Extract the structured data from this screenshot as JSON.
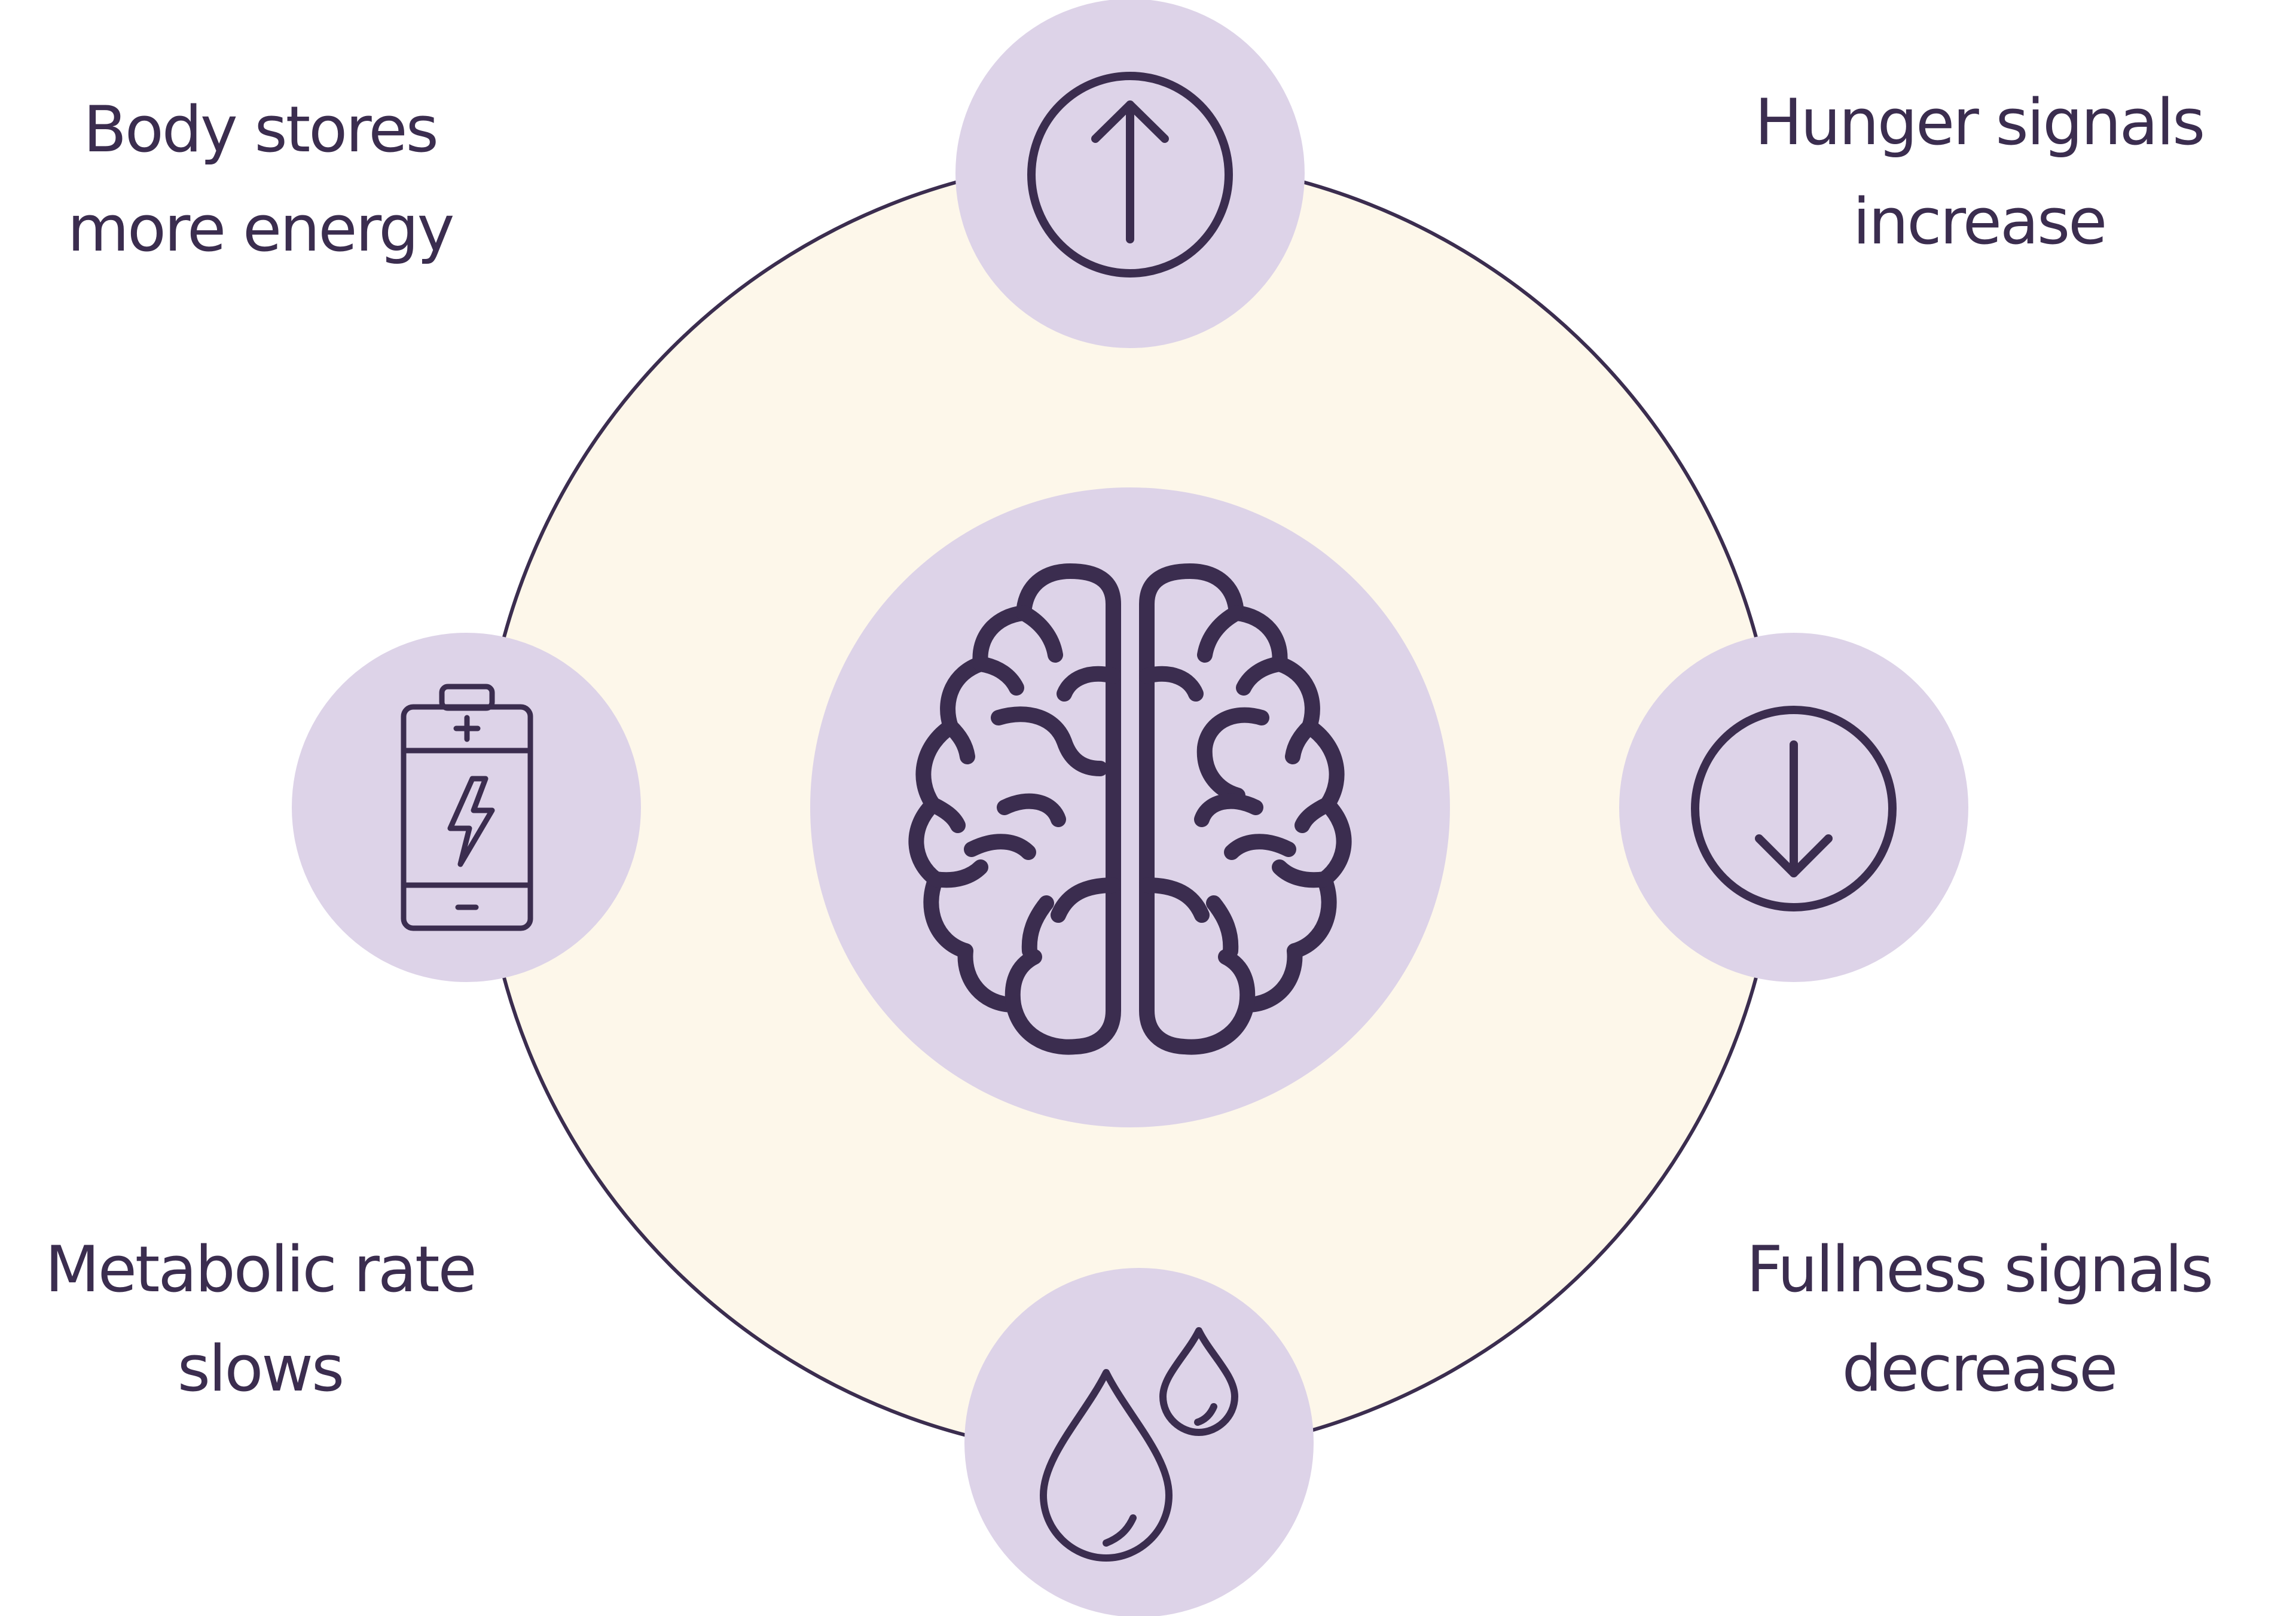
{
  "colors": {
    "ink": "#3b2d4f",
    "ring_fill": "#fdf7ea",
    "node_fill": "#ddd3e8",
    "background": "#ffffff"
  },
  "labels": {
    "top_left": {
      "line1": "Body stores",
      "line2": "more energy"
    },
    "top_right": {
      "line1": "Hunger signals",
      "line2": "increase"
    },
    "bottom_left": {
      "line1": "Metabolic rate",
      "line2": "slows"
    },
    "bottom_right": {
      "line1": "Fullness signals",
      "line2": "decrease"
    }
  },
  "nodes": {
    "center": {
      "icon": "brain-icon"
    },
    "top": {
      "icon": "arrow-up-circle-icon"
    },
    "right": {
      "icon": "arrow-down-circle-icon"
    },
    "bottom": {
      "icon": "water-drops-icon"
    },
    "left": {
      "icon": "battery-bolt-icon"
    }
  }
}
